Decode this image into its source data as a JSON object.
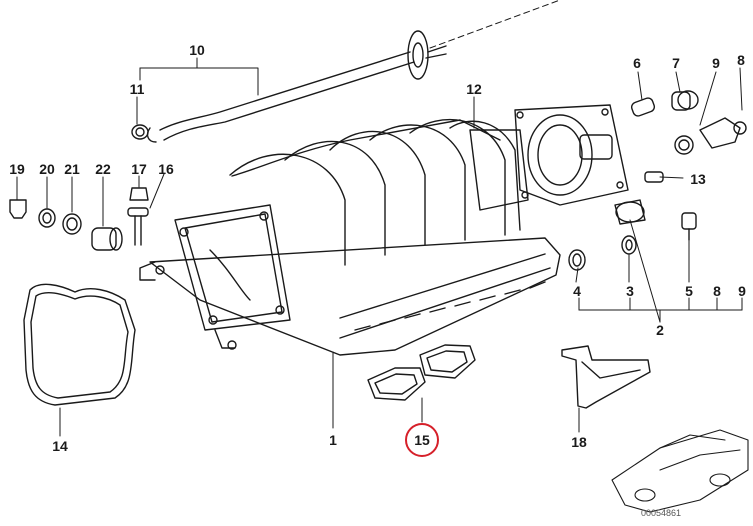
{
  "diagram": {
    "highlight_color": "#d6202a",
    "line_color": "#1a1a1a",
    "reference_number": "00054861",
    "callouts": [
      {
        "id": "c1",
        "text": "1"
      },
      {
        "id": "c2",
        "text": "2"
      },
      {
        "id": "c4",
        "text": "4"
      },
      {
        "id": "c3",
        "text": "3"
      },
      {
        "id": "c5",
        "text": "5"
      },
      {
        "id": "c8b",
        "text": "8"
      },
      {
        "id": "c9b",
        "text": "9"
      },
      {
        "id": "c6",
        "text": "6"
      },
      {
        "id": "c7",
        "text": "7"
      },
      {
        "id": "c9",
        "text": "9"
      },
      {
        "id": "c8",
        "text": "8"
      },
      {
        "id": "c10",
        "text": "10"
      },
      {
        "id": "c11",
        "text": "11"
      },
      {
        "id": "c12",
        "text": "12"
      },
      {
        "id": "c13",
        "text": "13"
      },
      {
        "id": "c14",
        "text": "14"
      },
      {
        "id": "c15",
        "text": "15",
        "highlighted": true
      },
      {
        "id": "c16",
        "text": "16"
      },
      {
        "id": "c17",
        "text": "17"
      },
      {
        "id": "c18",
        "text": "18"
      },
      {
        "id": "c19",
        "text": "19"
      },
      {
        "id": "c20",
        "text": "20"
      },
      {
        "id": "c21",
        "text": "21"
      },
      {
        "id": "c22",
        "text": "22"
      }
    ]
  }
}
